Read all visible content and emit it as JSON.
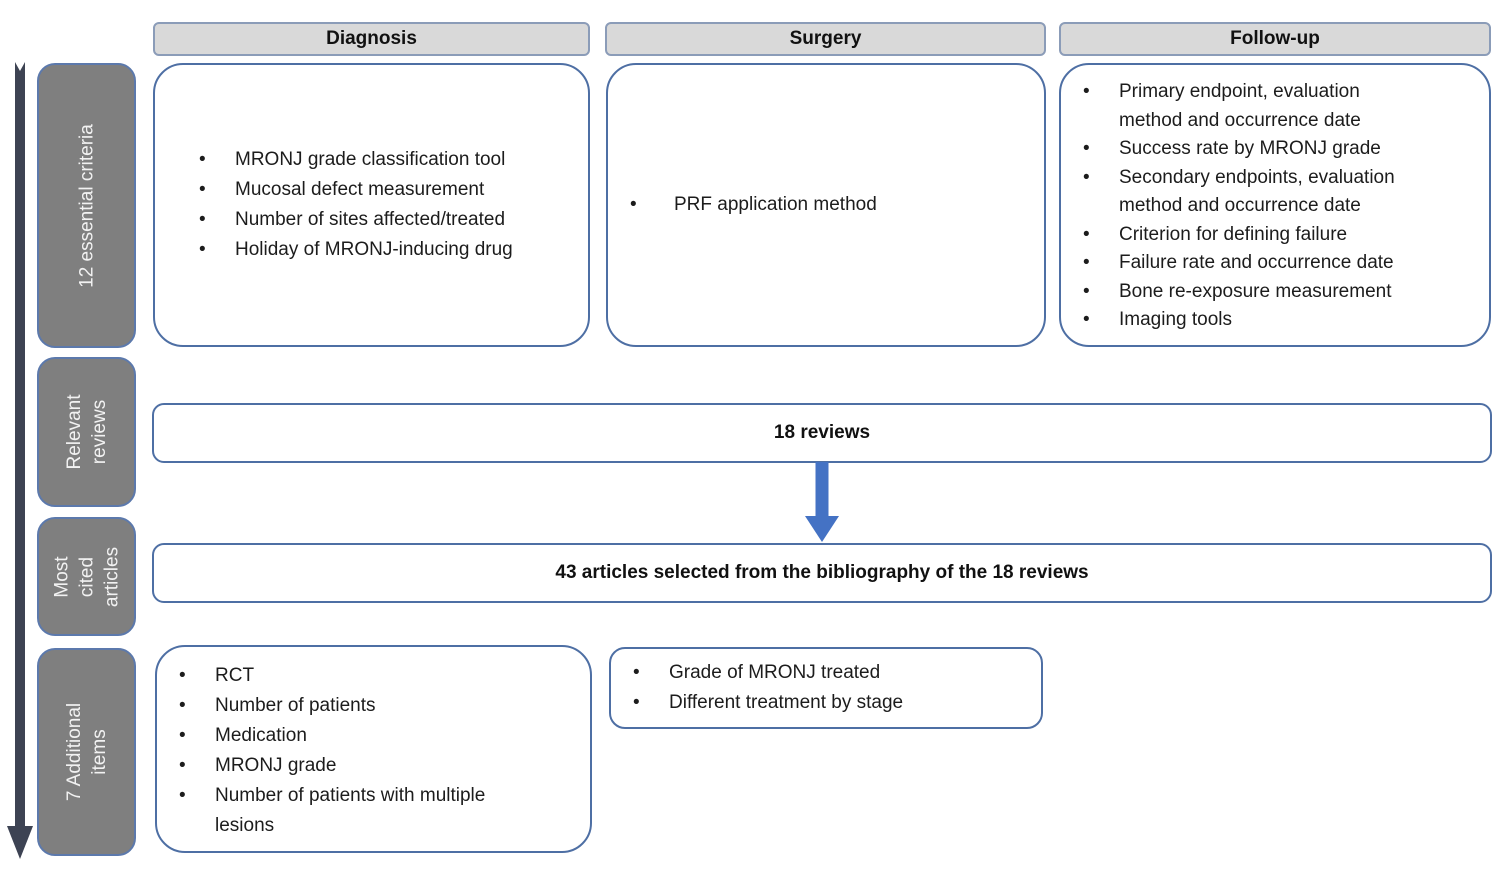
{
  "row_labels": [
    {
      "label": "12 essential criteria"
    },
    {
      "label": "Relevant reviews"
    },
    {
      "label": "Most cited articles"
    },
    {
      "label": "7 Additional items"
    }
  ],
  "columns": [
    {
      "header": "Diagnosis",
      "items": [
        "MRONJ grade classification tool",
        "Mucosal defect measurement",
        "Number of sites affected/treated",
        "Holiday of MRONJ-inducing drug"
      ]
    },
    {
      "header": "Surgery",
      "items": [
        "PRF application method"
      ]
    },
    {
      "header": "Follow-up",
      "items": [
        "Primary endpoint, evaluation\nmethod and occurrence date",
        "Success rate by MRONJ grade",
        "Secondary endpoints, evaluation\nmethod and occurrence date",
        "Criterion for defining failure",
        "Failure rate and occurrence date",
        "Bone re-exposure measurement",
        "Imaging tools"
      ]
    }
  ],
  "flow": {
    "reviews_label": "18 reviews",
    "articles_label": "43 articles selected from the bibliography of the 18 reviews"
  },
  "additional": {
    "left": [
      "RCT",
      "Number of patients",
      "Medication",
      "MRONJ grade",
      "Number of patients with multiple\nlesions"
    ],
    "right": [
      "Grade of MRONJ treated",
      "Different treatment by stage"
    ]
  },
  "icons": {
    "timeline_arrow": "downward-timeline-arrow",
    "flow_arrow": "down-arrow"
  },
  "colors": {
    "box_border": "#4e6fa4",
    "header_fill": "#d9d9d9",
    "header_border": "#8b9cb8",
    "label_fill": "#7f7f7f",
    "label_border": "#5c79ac",
    "label_text": "#f2f2f2",
    "flow_arrow": "#4472c4",
    "timeline_arrow": "#3d4353",
    "text": "#1c1c1c"
  }
}
